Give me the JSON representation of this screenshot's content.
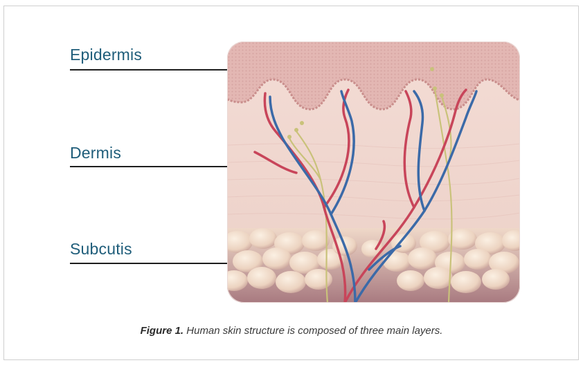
{
  "labels": {
    "epidermis": "Epidermis",
    "dermis": "Dermis",
    "subcutis": "Subcutis"
  },
  "caption": {
    "figure_label": "Figure 1.",
    "text": "Human skin structure is composed of three main layers."
  },
  "colors": {
    "label_text": "#1f5d7a",
    "artery": "#c8455a",
    "vein": "#3b6aa8",
    "nerve": "#c9c27a",
    "epidermis": "#e2b6b1",
    "dermis": "#f1d7d0",
    "fat": "#f5e3cf"
  }
}
